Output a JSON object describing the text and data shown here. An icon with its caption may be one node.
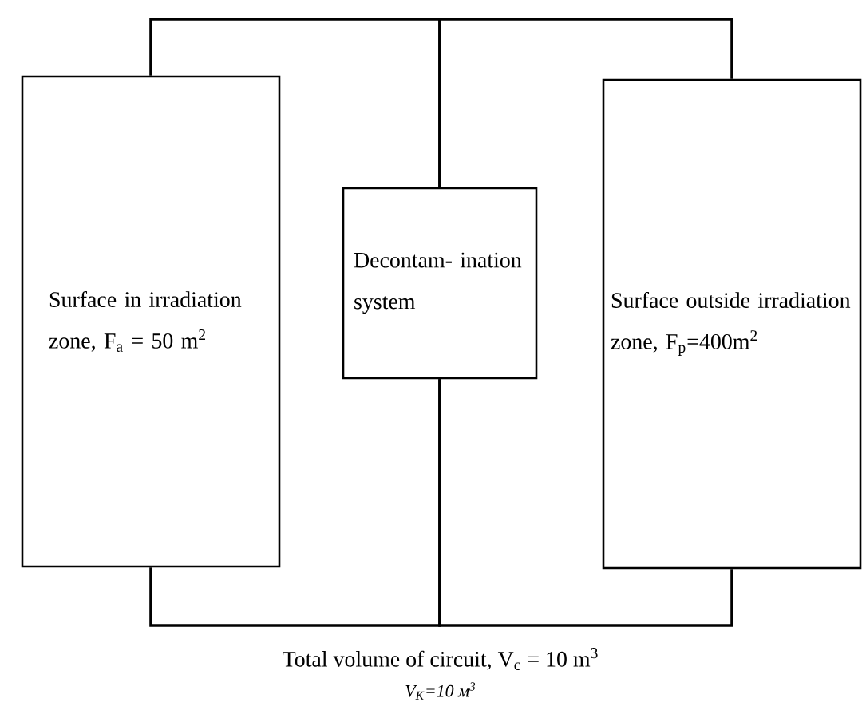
{
  "diagram": {
    "nodes": [
      {
        "text": [
          "Surface in irradiation zone, F$_{a}$ = 50 m$^{2}$"
        ]
      },
      {
        "text": [
          "Decontam- ination system"
        ]
      },
      {
        "text": [
          "Surface outside irradiation zone, F$_{p}$=400m$^{2}$"
        ]
      }
    ],
    "edges": [
      {
        "from": 0,
        "to": 1,
        "arrow": "none"
      },
      {
        "from": 1,
        "to": 2,
        "arrow": "none"
      },
      {
        "from": 0,
        "to": 1,
        "arrow": "none"
      },
      {
        "from": 1,
        "to": 2,
        "arrow": "none"
      }
    ],
    "labels": [
      "Total volume of circuit, V$_{c}$ = 10 m$^{3}$",
      "V$_{K}$=10 м$^{3}$"
    ]
  }
}
